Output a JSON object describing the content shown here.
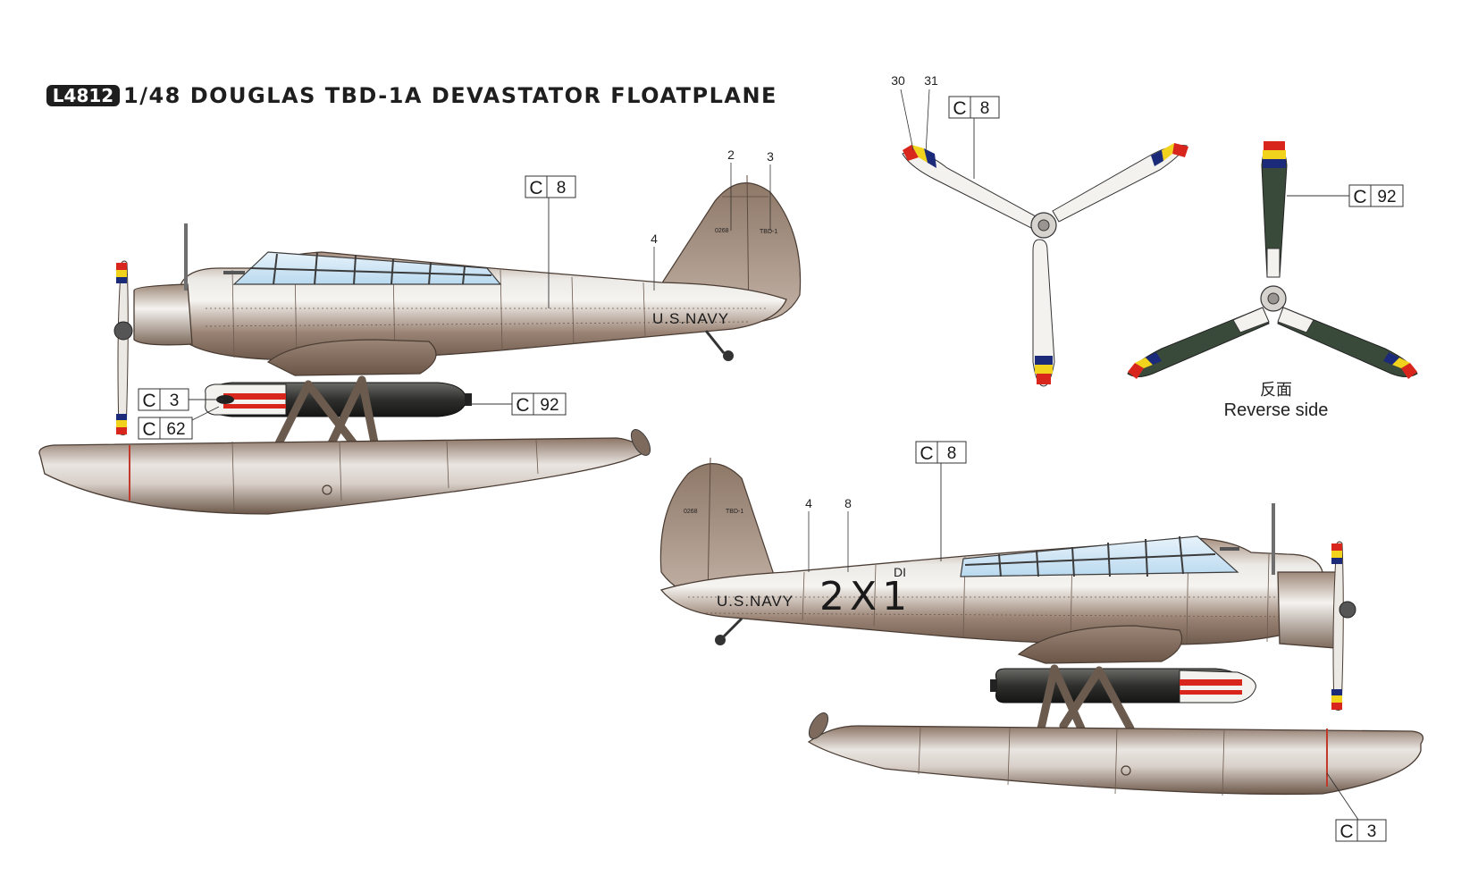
{
  "header": {
    "code": "L4812",
    "title": "1/48 DOUGLAS TBD-1A DEVASTATOR FLOATPLANE"
  },
  "colors": {
    "fuselage_light": "#f2efec",
    "fuselage_dark": "#8a7465",
    "canopy_glass": "#cfe6f5",
    "prop_red": "#d8261d",
    "prop_yellow": "#f1d21c",
    "prop_blue": "#1c2a7a",
    "prop_green": "#3a4a3a",
    "float_stripe": "#c0392b"
  },
  "callouts": [
    {
      "id": "c8-top-left",
      "letter": "C",
      "number": "8"
    },
    {
      "id": "c3-left",
      "letter": "C",
      "number": "3"
    },
    {
      "id": "c62-left",
      "letter": "C",
      "number": "62"
    },
    {
      "id": "c92-left",
      "letter": "C",
      "number": "92"
    },
    {
      "id": "c8-prop",
      "letter": "C",
      "number": "8"
    },
    {
      "id": "c92-prop",
      "letter": "C",
      "number": "92"
    },
    {
      "id": "c8-right",
      "letter": "C",
      "number": "8"
    },
    {
      "id": "c3-right",
      "letter": "C",
      "number": "3"
    }
  ],
  "markers": {
    "left_plane": [
      "2",
      "3",
      "4"
    ],
    "right_plane": [
      "4",
      "8"
    ],
    "prop": [
      "30",
      "31"
    ]
  },
  "stencils": {
    "us_navy": "U.S.NAVY",
    "serial": "0268",
    "type": "TBD-1",
    "tail_code": "2X1",
    "small_code": "DI"
  },
  "reverse_note": {
    "chinese": "反面",
    "english": "Reverse side"
  }
}
